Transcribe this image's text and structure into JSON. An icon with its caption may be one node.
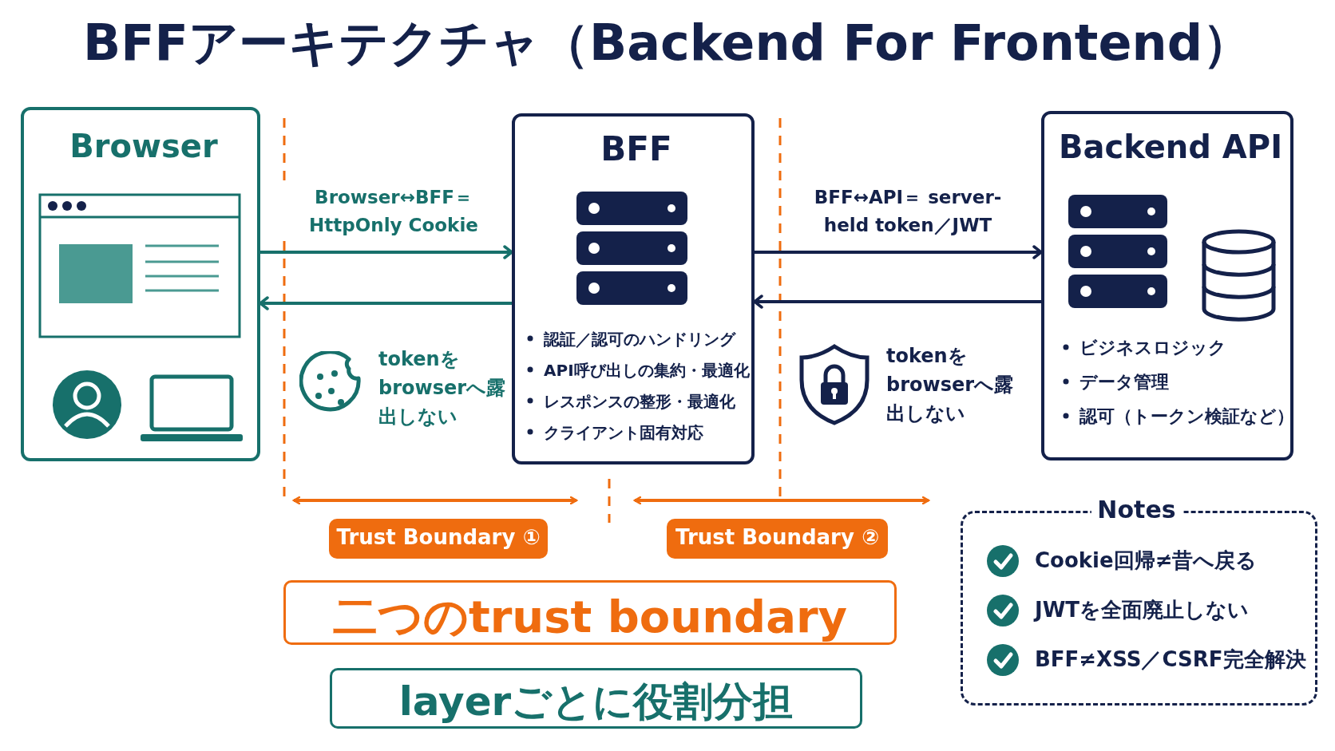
{
  "diagram": {
    "title": "BFFアーキテクチャ（Backend For Frontend）",
    "nodes": [
      {
        "text": [
          "Browser"
        ]
      },
      {
        "text": [
          "BFF",
          "認証／認可のハンドリング",
          "API呼び出しの集約・最適化",
          "レスポンスの整形・最適化",
          "クライアント固有対応"
        ]
      },
      {
        "text": [
          "Backend API",
          "ビジネスロジック",
          "データ管理",
          "認可（トークン検証など）"
        ]
      },
      {
        "text": [
          "Trust Boundary ①"
        ]
      },
      {
        "text": [
          "Trust Boundary ②"
        ]
      },
      {
        "text": [
          "二つのtrust boundary"
        ]
      },
      {
        "text": [
          "layerごとに役割分担"
        ]
      },
      {
        "text": [
          "Notes",
          "Cookie回帰≠昔へ戻る",
          "JWTを全面廃止しない",
          "BFF≠XSS／CSRF完全解決"
        ]
      }
    ],
    "edges": [
      {
        "from": 0,
        "to": 1,
        "arrow": "to",
        "label": "Browser↔BFF＝ HttpOnly Cookie",
        "color": "#17706b"
      },
      {
        "from": 1,
        "to": 0,
        "arrow": "to",
        "color": "#17706b"
      },
      {
        "from": 1,
        "to": 2,
        "arrow": "to",
        "label": "BFF↔API＝ server-held token／JWT",
        "color": "#14214a"
      },
      {
        "from": 2,
        "to": 1,
        "arrow": "to",
        "color": "#14214a"
      }
    ],
    "labels": [
      "tokenをbrowserへ露出しない",
      "tokenをbrowserへ露出しない"
    ]
  }
}
